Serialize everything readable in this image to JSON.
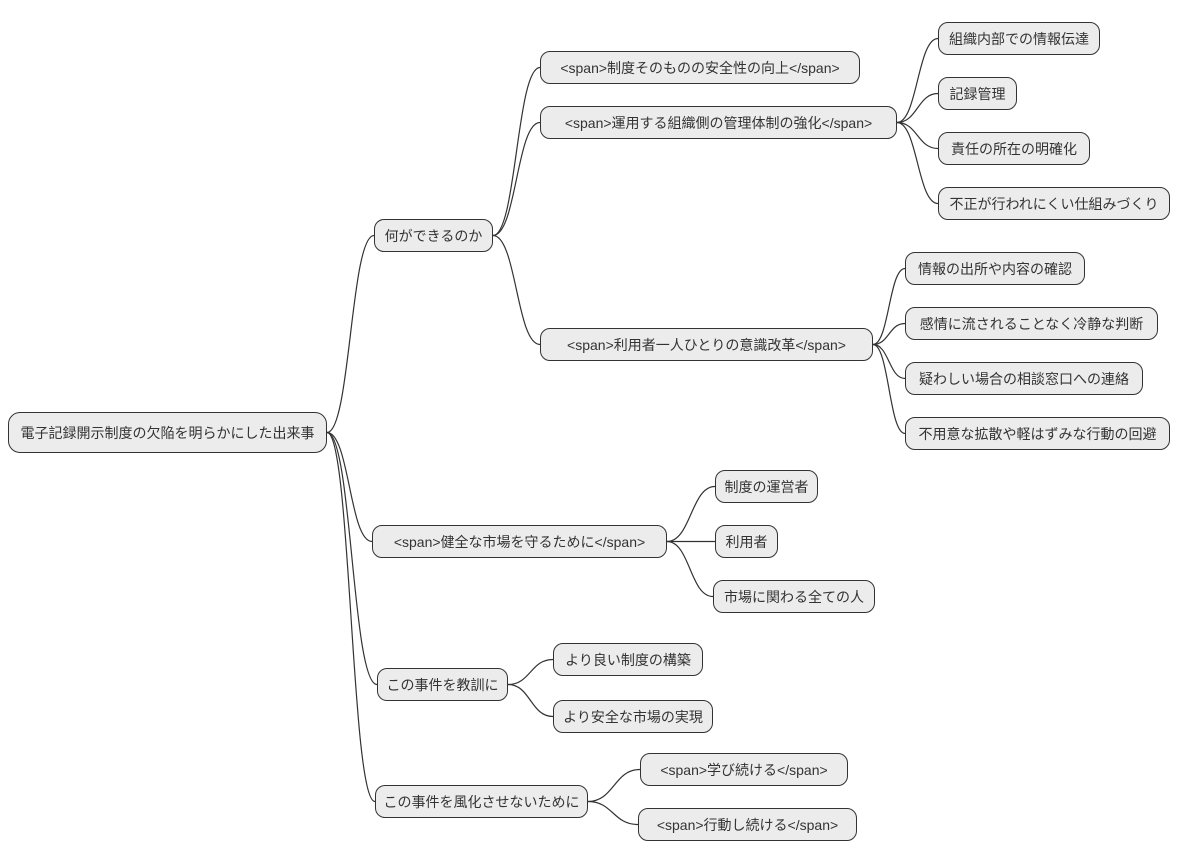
{
  "style": {
    "node_fill": "#ececec",
    "node_border": "#333333",
    "edge_color": "#333333",
    "background": "#ffffff"
  },
  "mindmap": {
    "root": {
      "label": "電子記録開示制度の欠陥を明らかにした出来事",
      "children": [
        {
          "label": "何ができるのか",
          "children": [
            {
              "label": "<span>制度そのものの安全性の向上</span>",
              "children": []
            },
            {
              "label": "<span>運用する組織側の管理体制の強化</span>",
              "children": [
                {
                  "label": "組織内部での情報伝達"
                },
                {
                  "label": "記録管理"
                },
                {
                  "label": "責任の所在の明確化"
                },
                {
                  "label": "不正が行われにくい仕組みづくり"
                }
              ]
            },
            {
              "label": "<span>利用者一人ひとりの意識改革</span>",
              "children": [
                {
                  "label": "情報の出所や内容の確認"
                },
                {
                  "label": "感情に流されることなく冷静な判断"
                },
                {
                  "label": "疑わしい場合の相談窓口への連絡"
                },
                {
                  "label": "不用意な拡散や軽はずみな行動の回避"
                }
              ]
            }
          ]
        },
        {
          "label": "<span>健全な市場を守るために</span>",
          "children": [
            {
              "label": "制度の運営者"
            },
            {
              "label": "利用者"
            },
            {
              "label": "市場に関わる全ての人"
            }
          ]
        },
        {
          "label": "この事件を教訓に",
          "children": [
            {
              "label": "より良い制度の構築"
            },
            {
              "label": "より安全な市場の実現"
            }
          ]
        },
        {
          "label": "この事件を風化させないために",
          "children": [
            {
              "label": "<span>学び続ける</span>"
            },
            {
              "label": "<span>行動し続ける</span>"
            }
          ]
        }
      ]
    }
  }
}
